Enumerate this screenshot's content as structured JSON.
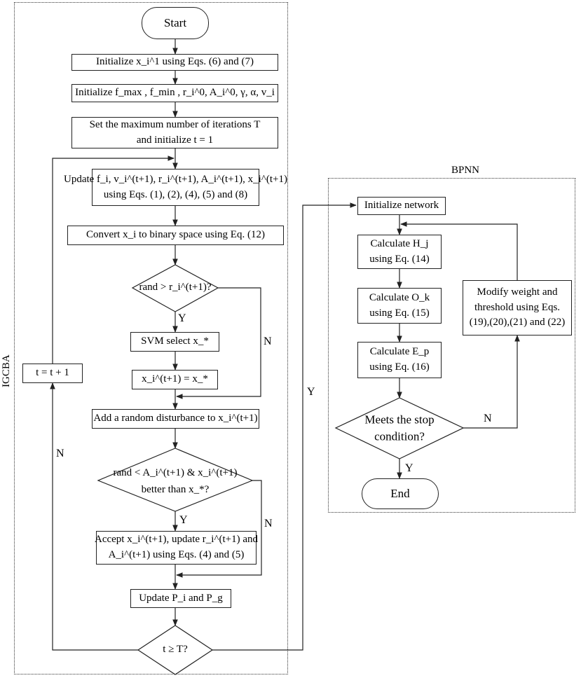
{
  "groups": {
    "igcba": "IGCBA",
    "bpnn": "BPNN"
  },
  "nodes": {
    "start": "Start",
    "init_x": "Initialize x_i^1 using Eqs. (6) and (7)",
    "init_params": "Initialize f_max , f_min , r_i^0, A_i^0, γ, α, v_i",
    "set_iter_1": "Set the maximum number of iterations T",
    "set_iter_2": "and initialize t = 1",
    "update_1": "Update f_i, v_i^(t+1), r_i^(t+1), A_i^(t+1), x_i^(t+1)",
    "update_2": "using Eqs. (1), (2), (4), (5) and (8)",
    "convert": "Convert x_i to binary space using Eq. (12)",
    "decision_rand": "rand > r_i^(t+1)?",
    "svm_select": "SVM select x_*",
    "assign": "x_i^(t+1) = x_*",
    "disturb": "Add a random disturbance to x_i^(t+1)",
    "decision_accept_1": "rand < A_i^(t+1) & x_i^(t+1)",
    "decision_accept_2": "better than x_*?",
    "accept_1": "Accept x_i^(t+1), update r_i^(t+1) and",
    "accept_2": "A_i^(t+1) using Eqs. (4) and (5)",
    "update_p": "Update P_i and P_g",
    "decision_t": "t ≥ T?",
    "increment": "t = t + 1",
    "init_network": "Initialize network",
    "calc_h_1": "Calculate H_j",
    "calc_h_2": "using Eq. (14)",
    "calc_o_1": "Calculate O_k",
    "calc_o_2": "using Eq. (15)",
    "calc_e_1": "Calculate E_p",
    "calc_e_2": "using Eq. (16)",
    "modify_1": "Modify weight and",
    "modify_2": "threshold using Eqs.",
    "modify_3": "(19),(20),(21) and (22)",
    "decision_stop_1": "Meets the stop",
    "decision_stop_2": "condition?",
    "end": "End"
  },
  "labels": {
    "y": "Y",
    "n": "N"
  }
}
